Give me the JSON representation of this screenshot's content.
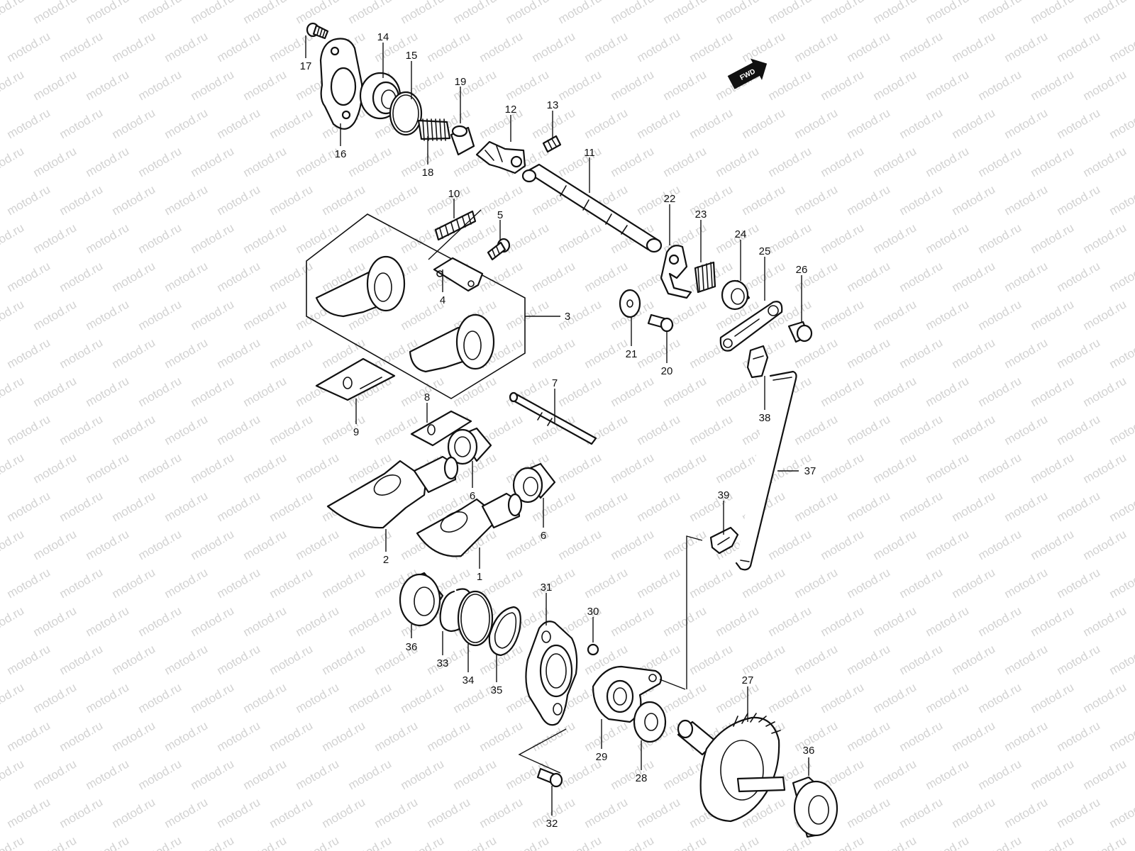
{
  "watermark": "motod.ru",
  "direction_marker": "FWD",
  "callouts": [
    {
      "id": "c17",
      "label": "17"
    },
    {
      "id": "c14",
      "label": "14"
    },
    {
      "id": "c15",
      "label": "15"
    },
    {
      "id": "c19",
      "label": "19"
    },
    {
      "id": "c12",
      "label": "12"
    },
    {
      "id": "c13",
      "label": "13"
    },
    {
      "id": "c16",
      "label": "16"
    },
    {
      "id": "c18",
      "label": "18"
    },
    {
      "id": "c11",
      "label": "11"
    },
    {
      "id": "c10",
      "label": "10"
    },
    {
      "id": "c5",
      "label": "5"
    },
    {
      "id": "c4",
      "label": "4"
    },
    {
      "id": "c3",
      "label": "3"
    },
    {
      "id": "c22",
      "label": "22"
    },
    {
      "id": "c23",
      "label": "23"
    },
    {
      "id": "c24",
      "label": "24"
    },
    {
      "id": "c25",
      "label": "25"
    },
    {
      "id": "c26",
      "label": "26"
    },
    {
      "id": "c21",
      "label": "21"
    },
    {
      "id": "c20",
      "label": "20"
    },
    {
      "id": "c9",
      "label": "9"
    },
    {
      "id": "c8",
      "label": "8"
    },
    {
      "id": "c7",
      "label": "7"
    },
    {
      "id": "c38",
      "label": "38"
    },
    {
      "id": "c37",
      "label": "37"
    },
    {
      "id": "c6a",
      "label": "6"
    },
    {
      "id": "c6b",
      "label": "6"
    },
    {
      "id": "c2",
      "label": "2"
    },
    {
      "id": "c1",
      "label": "1"
    },
    {
      "id": "c39",
      "label": "39"
    },
    {
      "id": "c31",
      "label": "31"
    },
    {
      "id": "c30",
      "label": "30"
    },
    {
      "id": "c36a",
      "label": "36"
    },
    {
      "id": "c33",
      "label": "33"
    },
    {
      "id": "c34",
      "label": "34"
    },
    {
      "id": "c35",
      "label": "35"
    },
    {
      "id": "c27",
      "label": "27"
    },
    {
      "id": "c29",
      "label": "29"
    },
    {
      "id": "c28",
      "label": "28"
    },
    {
      "id": "c36b",
      "label": "36"
    },
    {
      "id": "c32",
      "label": "32"
    }
  ]
}
